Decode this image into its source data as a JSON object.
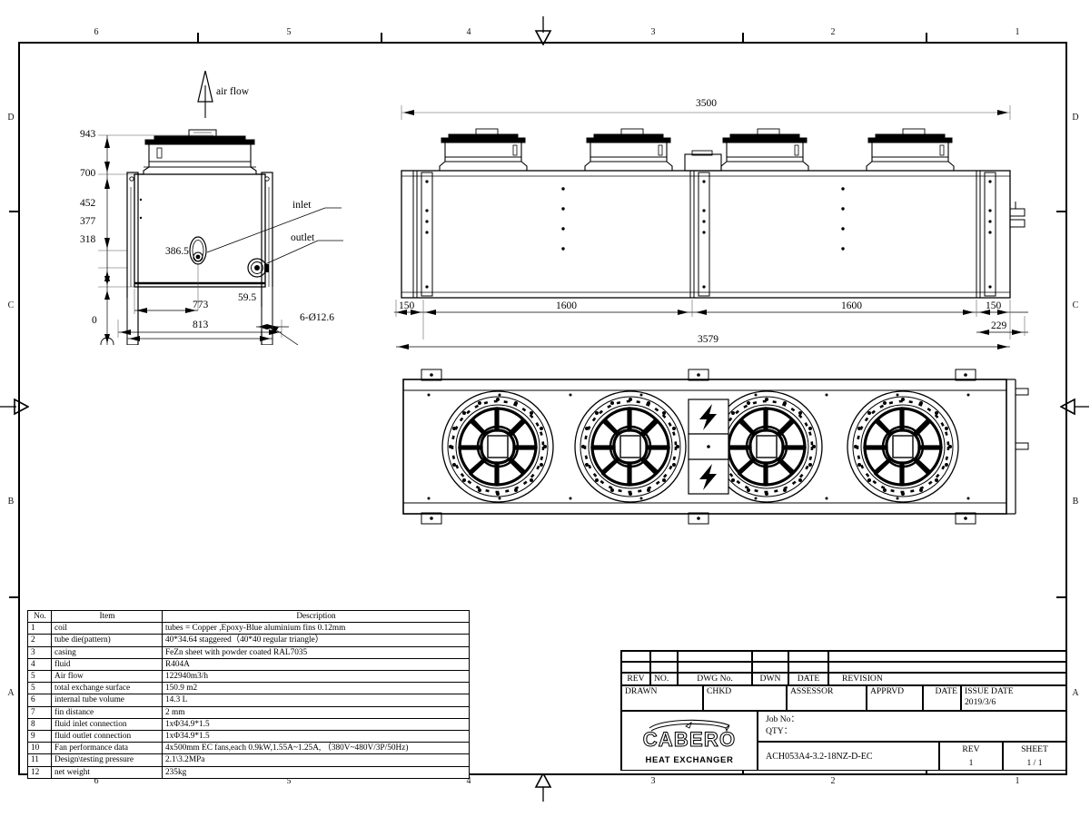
{
  "drawing": {
    "zones_horizontal": [
      "6",
      "5",
      "4",
      "3",
      "2",
      "1"
    ],
    "zones_vertical": [
      "D",
      "C",
      "B",
      "A"
    ]
  },
  "views": {
    "left_elevation": {
      "airflow_label": "air flow",
      "inlet_label": "inlet",
      "outlet_label": "outlet",
      "vertical_dims": [
        "943",
        "700",
        "452",
        "377",
        "318",
        "0"
      ],
      "horizontal_dims": [
        "386.5",
        "59.5",
        "773",
        "813"
      ],
      "hole_note": "6-Ø12.6"
    },
    "side_elevation": {
      "overall_top": "3500",
      "chain_dims": [
        "150",
        "1600",
        "1600",
        "150"
      ],
      "end_dim": "229",
      "overall_bottom": "3579"
    },
    "front_view": {
      "fan_count": 4,
      "hazard_symbol_count": 2
    }
  },
  "spec_table": {
    "headers": [
      "No.",
      "Item",
      "Description"
    ],
    "rows": [
      {
        "no": "1",
        "item": "coil",
        "desc": "tubes = Copper ,Epoxy-Blue aluminium fins 0.12mm"
      },
      {
        "no": "2",
        "item": "tube die(pattern)",
        "desc": "40*34.64 staggered（40*40 regular triangle）"
      },
      {
        "no": "3",
        "item": "casing",
        "desc": "FeZn sheet with powder coated RAL7035"
      },
      {
        "no": "4",
        "item": "fluid",
        "desc": "R404A"
      },
      {
        "no": "5",
        "item": "Air flow",
        "desc": "122940m3/h"
      },
      {
        "no": "5",
        "item": "total exchange surface",
        "desc": "150.9 m2"
      },
      {
        "no": "6",
        "item": "internal tube volume",
        "desc": "14.3 L"
      },
      {
        "no": "7",
        "item": "fin distance",
        "desc": "2 mm"
      },
      {
        "no": "8",
        "item": "fluid inlet connection",
        "desc": "1xΦ34.9*1.5"
      },
      {
        "no": "9",
        "item": "fluid outlet connection",
        "desc": "1xΦ34.9*1.5"
      },
      {
        "no": "10",
        "item": "Fan performance data",
        "desc": "4x500mm EC fans,each 0.9kW,1.55A~1.25A, （380V~480V/3P/50Hz)"
      },
      {
        "no": "11",
        "item": "Design\\testing pressure",
        "desc": "2.1\\3.2MPa"
      },
      {
        "no": "12",
        "item": "net weight",
        "desc": "235kg"
      }
    ]
  },
  "title_block": {
    "rev": "REV",
    "no": "NO.",
    "dwg_no": "DWG No.",
    "dwn": "DWN",
    "date": "DATE",
    "revision": "REVISION",
    "drawn": "DRAWN",
    "chkd": "CHKD",
    "assessor": "ASSESSOR",
    "apprvd": "APPRVD",
    "date2": "DATE",
    "issue_date_label": "ISSUE DATE",
    "issue_date_value": "2019/3/6",
    "job_no_label": "Job No：",
    "qty_label": "QTY：",
    "part_number": "ACH053A4-3.2-18NZ-D-EC",
    "rev_label": "REV",
    "rev_value": "1",
    "sheet_label": "SHEET",
    "sheet_value": "1 / 1",
    "company_name": "CABERO",
    "company_tagline": "HEAT EXCHANGER"
  }
}
